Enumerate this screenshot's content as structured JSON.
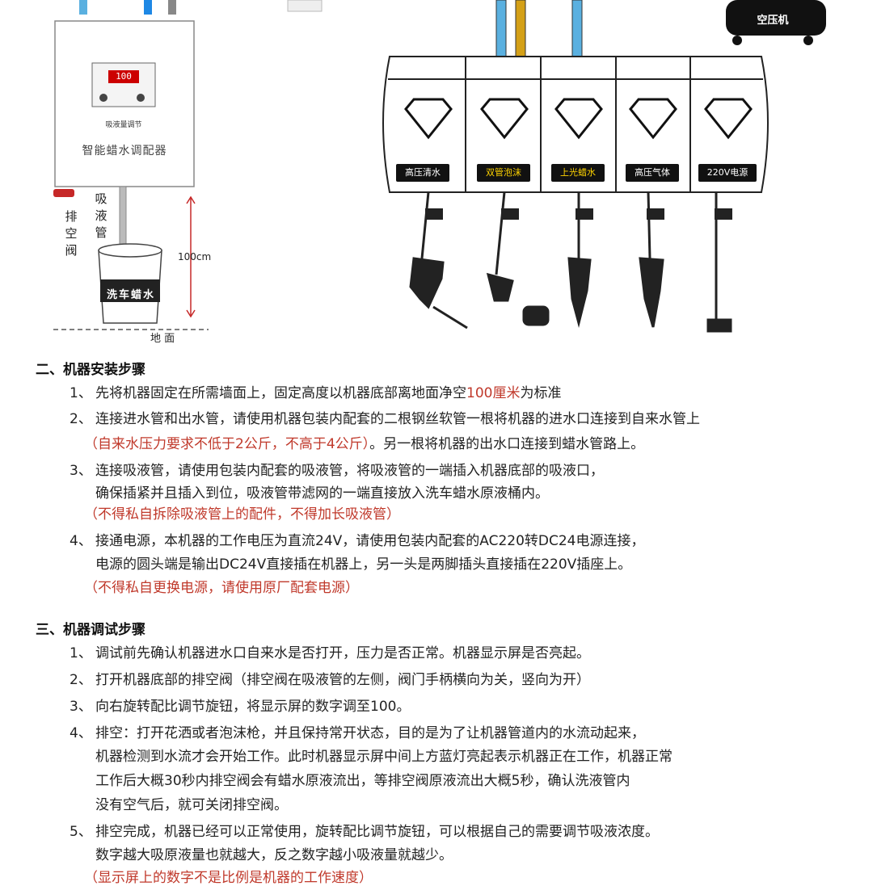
{
  "illustration": {
    "panel_title": "智能蜡水调配器",
    "display_value": "100",
    "adjust_label": "吸液量调节",
    "suction_pipe_label": [
      "吸",
      "液",
      "管"
    ],
    "vent_valve_label": [
      "排",
      "空",
      "阀"
    ],
    "bucket_label": "洗车蜡水",
    "ground_label": "地 面",
    "height_label": "100cm",
    "air_compressor_label": "空压机",
    "modules": [
      {
        "label": "高压清水"
      },
      {
        "label": "双管泡沫"
      },
      {
        "label": "上光蜡水"
      },
      {
        "label": "高压气体"
      },
      {
        "label": "220V电源"
      }
    ]
  },
  "section2": {
    "heading": "二、机器安装步骤",
    "steps": [
      {
        "num": "1、",
        "lines": [
          {
            "parts": [
              "先将机器固定在所需墙面上，固定高度以机器底部离地面净空",
              "100厘米",
              "为标准"
            ]
          }
        ]
      },
      {
        "num": "2、",
        "lines": [
          {
            "text": "连接进水管和出水管，请使用机器包装内配套的二根钢丝软管一根将机器的进水口连接到自来水管上"
          },
          {
            "red": "（自来水压力要求不低于2公斤，不高于4公斤）",
            "text": "。另一根将机器的出水口连接到蜡水管路上。"
          }
        ]
      },
      {
        "num": "3、",
        "lines": [
          {
            "text": "连接吸液管，请使用包装内配套的吸液管，将吸液管的一端插入机器底部的吸液口，"
          },
          {
            "text": "确保插紧并且插入到位，吸液管带滤网的一端直接放入洗车蜡水原液桶内。"
          },
          {
            "red": "（不得私自拆除吸液管上的配件，不得加长吸液管）"
          }
        ]
      },
      {
        "num": "4、",
        "lines": [
          {
            "text": "接通电源，本机器的工作电压为直流24V，请使用包装内配套的AC220转DC24电源连接，"
          },
          {
            "text": "电源的圆头端是输出DC24V直接插在机器上，另一头是两脚插头直接插在220V插座上。"
          },
          {
            "red": "（不得私自更换电源，请使用原厂配套电源）"
          }
        ]
      }
    ]
  },
  "section3": {
    "heading": "三、机器调试步骤",
    "steps": [
      {
        "num": "1、",
        "lines": [
          {
            "text": "调试前先确认机器进水口自来水是否打开，压力是否正常。机器显示屏是否亮起。"
          }
        ]
      },
      {
        "num": "2、",
        "lines": [
          {
            "text": "打开机器底部的排空阀（排空阀在吸液管的左侧，阀门手柄横向为关，竖向为开）"
          }
        ]
      },
      {
        "num": "3、",
        "lines": [
          {
            "text": "向右旋转配比调节旋钮，将显示屏的数字调至100。"
          }
        ]
      },
      {
        "num": "4、",
        "lines": [
          {
            "text": "排空：打开花洒或者泡沫枪，并且保持常开状态，目的是为了让机器管道内的水流动起来，"
          },
          {
            "text": "机器检测到水流才会开始工作。此时机器显示屏中间上方蓝灯亮起表示机器正在工作，机器正常"
          },
          {
            "text": "工作后大概30秒内排空阀会有蜡水原液流出，等排空阀原液流出大概5秒，确认洗液管内"
          },
          {
            "text": "没有空气后，就可关闭排空阀。"
          }
        ]
      },
      {
        "num": "5、",
        "lines": [
          {
            "text": "排空完成，机器已经可以正常使用，旋转配比调节旋钮，可以根据自己的需要调节吸液浓度。"
          },
          {
            "text": "数字越大吸原液量也就越大，反之数字越小吸液量就越少。"
          },
          {
            "red": "（显示屏上的数字不是比例是机器的工作速度）"
          }
        ]
      }
    ]
  }
}
